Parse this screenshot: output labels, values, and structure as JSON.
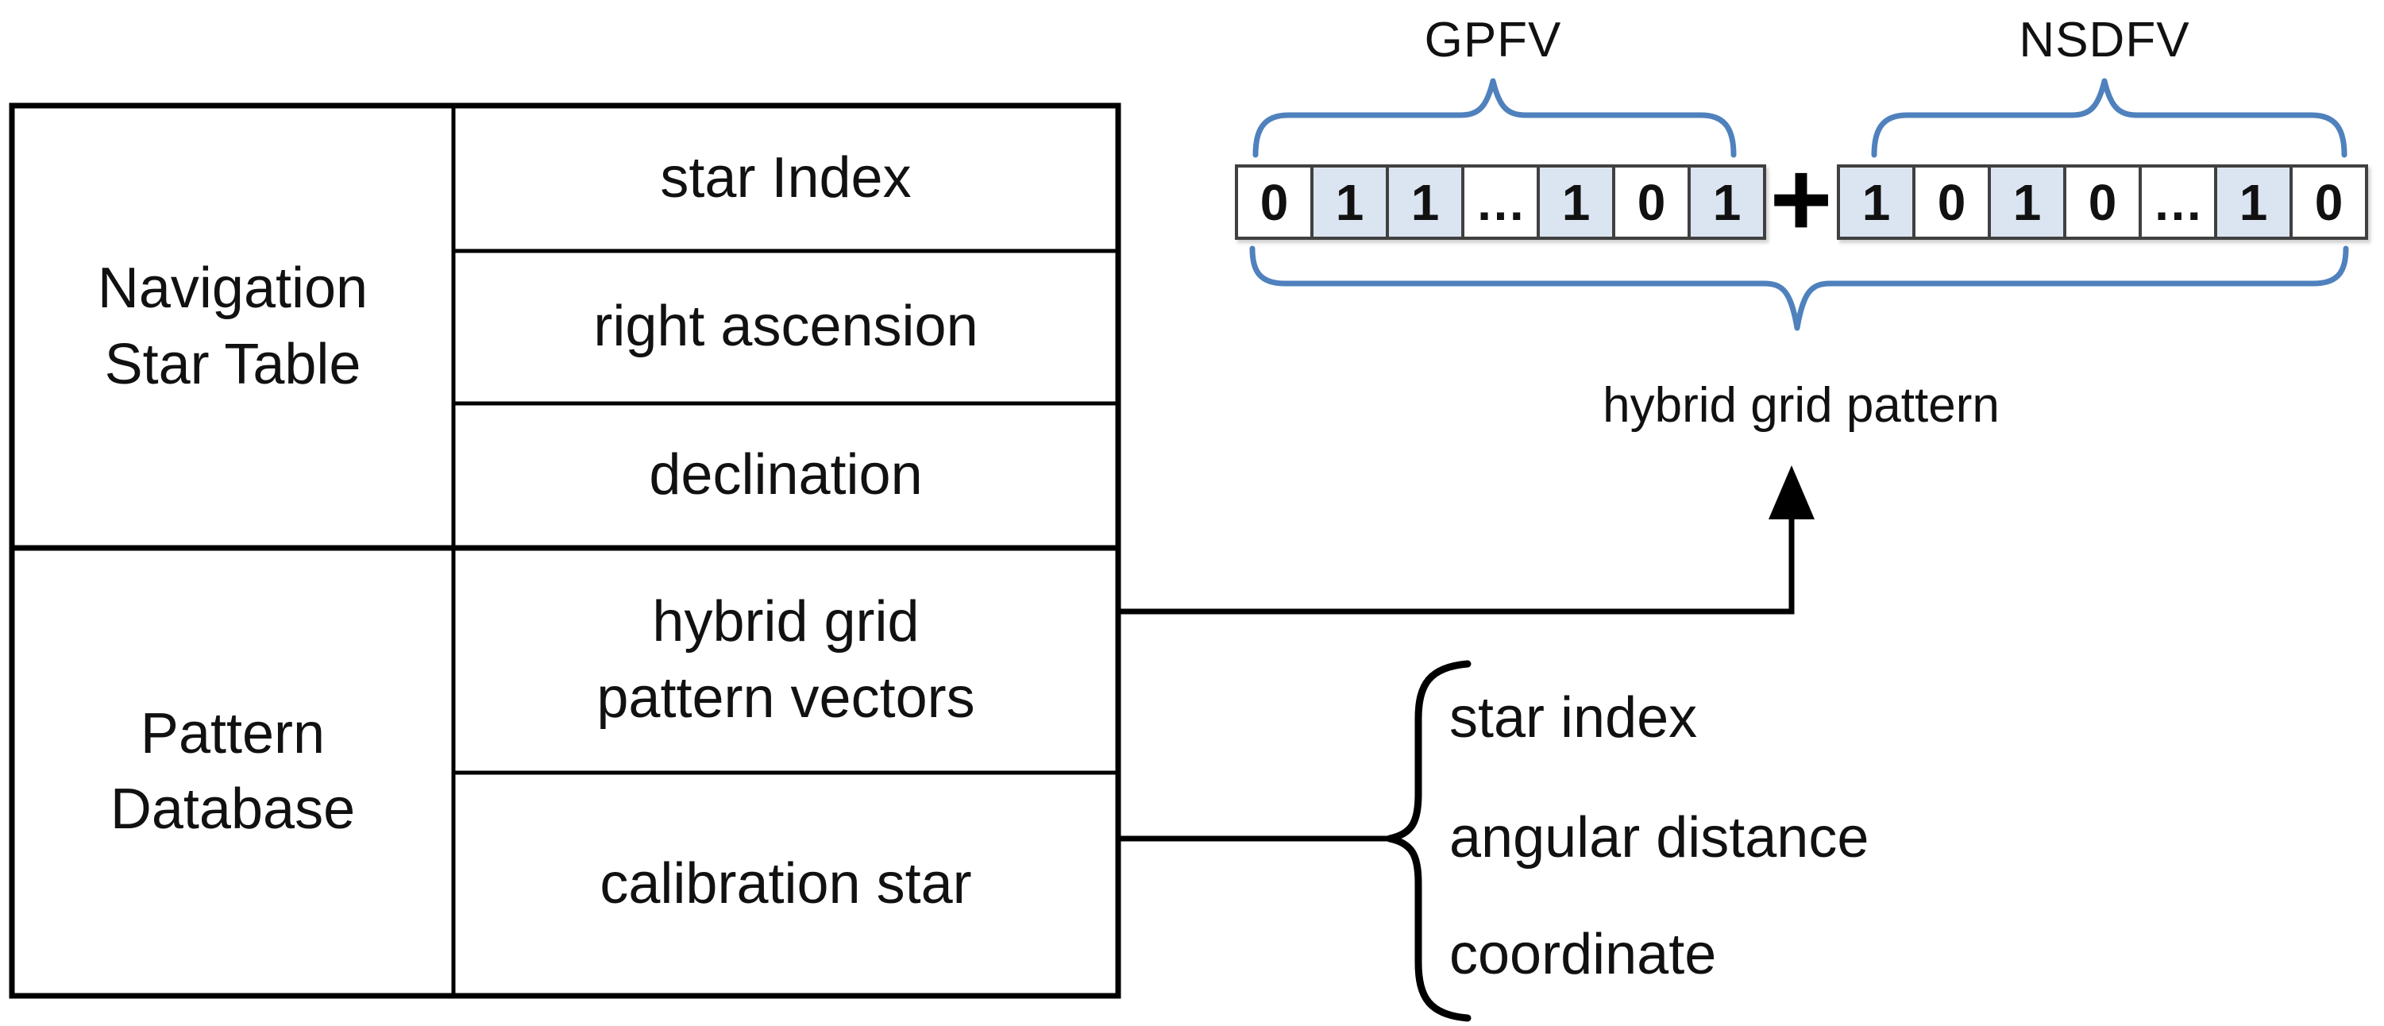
{
  "colors": {
    "brace_blue": "#4F81BD",
    "bit_highlight_fill": "#DBE5F1",
    "box_border_gray": "#404040",
    "line_black": "#000000"
  },
  "database_table": {
    "groups": [
      {
        "label": "Navigation\nStar Table"
      },
      {
        "label": "Pattern\nDatabase"
      }
    ],
    "fields": [
      "star Index",
      "right ascension",
      "declination",
      "hybrid grid\npattern vectors",
      "calibration star"
    ]
  },
  "bit_vectors": {
    "gpfv": {
      "label": "GPFV",
      "bits": [
        "0",
        "1",
        "1",
        "…",
        "1",
        "0",
        "1"
      ]
    },
    "nsdfv": {
      "label": "NSDFV",
      "bits": [
        "1",
        "0",
        "1",
        "0",
        "…",
        "1",
        "0"
      ]
    },
    "operator": "+",
    "combined_label": "hybrid grid pattern"
  },
  "calibration_star_fields": [
    "star index",
    "angular distance",
    "coordinate"
  ]
}
